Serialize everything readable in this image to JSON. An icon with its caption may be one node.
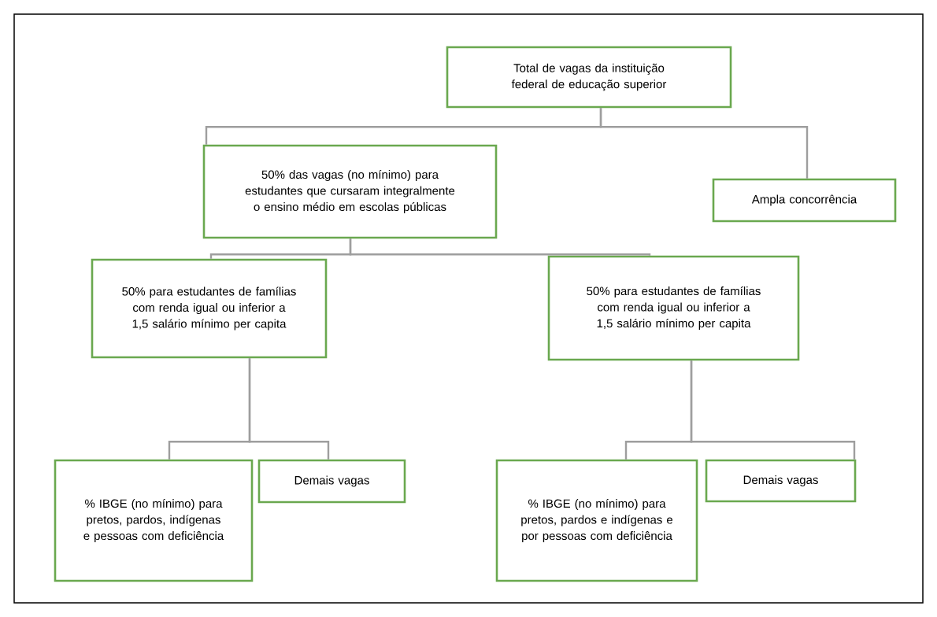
{
  "diagram": {
    "nodes": [
      {
        "text": [
          "Total de vagas da instituição federal de educação superior"
        ]
      },
      {
        "text": [
          "50% das vagas (no mínimo) para estudantes que cursaram integralmente o ensino médio em escolas públicas"
        ]
      },
      {
        "text": [
          "Ampla concorrência"
        ]
      },
      {
        "text": [
          "50% para estudantes de famílias com renda igual ou inferior a 1,5 salário mínimo per capita"
        ]
      },
      {
        "text": [
          "50% para estudantes de famílias com renda igual ou inferior a 1,5 salário mínimo per capita"
        ]
      },
      {
        "text": [
          "% IBGE (no mínimo) para pretos, pardos, indígenas e pessoas com deficiência"
        ]
      },
      {
        "text": [
          "Demais vagas"
        ]
      },
      {
        "text": [
          "% IBGE (no mínimo) para pretos, pardos e indígenas e por pessoas com deficiência"
        ]
      },
      {
        "text": [
          "Demais vagas"
        ]
      }
    ],
    "edges": [
      {
        "from": 0,
        "to": 1,
        "arrow": "none"
      },
      {
        "from": 0,
        "to": 2,
        "arrow": "none"
      },
      {
        "from": 1,
        "to": 3,
        "arrow": "none"
      },
      {
        "from": 1,
        "to": 4,
        "arrow": "none"
      },
      {
        "from": 3,
        "to": 5,
        "arrow": "none"
      },
      {
        "from": 3,
        "to": 6,
        "arrow": "none"
      },
      {
        "from": 4,
        "to": 7,
        "arrow": "none"
      },
      {
        "from": 4,
        "to": 8,
        "arrow": "none"
      }
    ]
  }
}
